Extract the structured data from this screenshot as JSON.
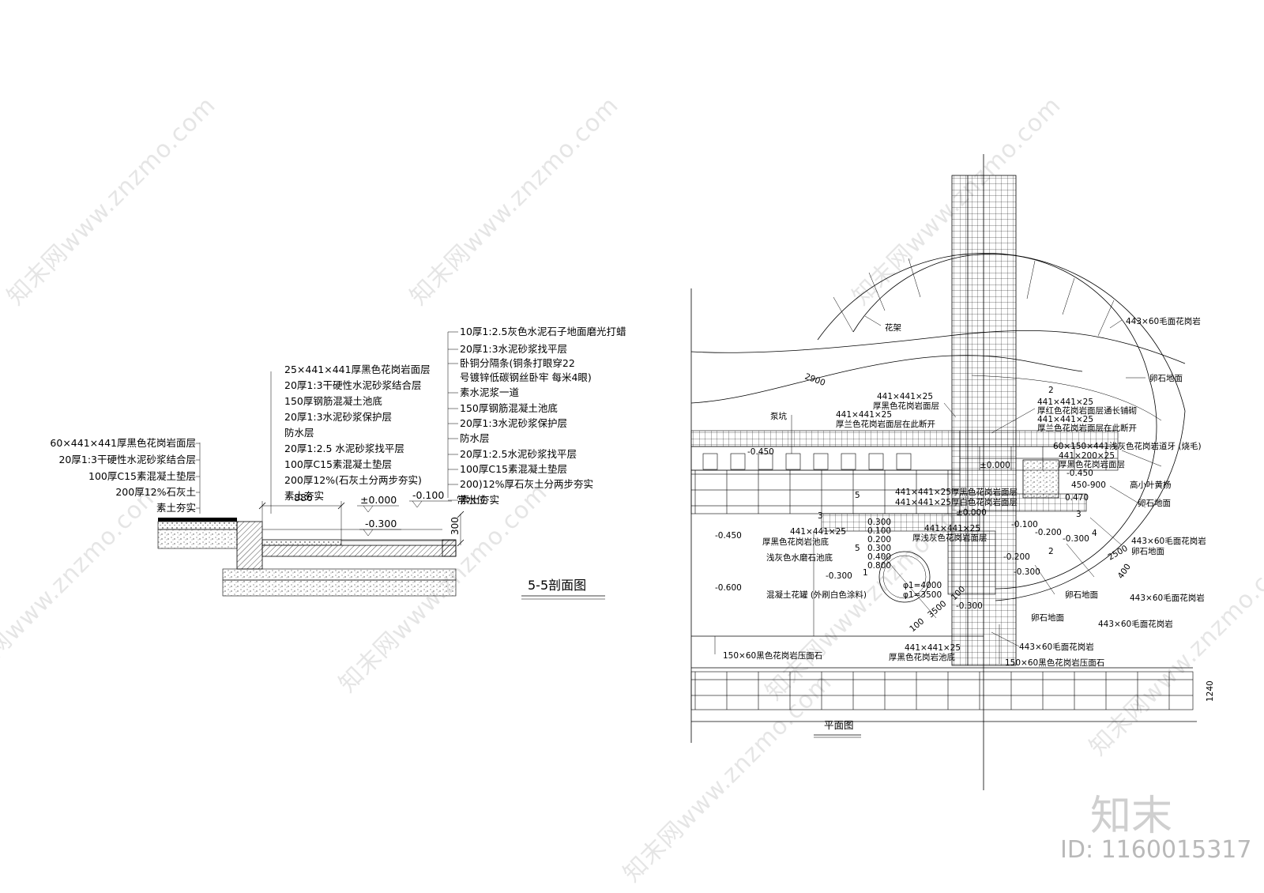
{
  "section_left_labels": [
    "60×441×441厚黑色花岗岩面层",
    "20厚1:3干硬性水泥砂浆结合层",
    "100厚C15素混凝土垫层",
    "200厚12%石灰土",
    "素土夯实"
  ],
  "section_mid_labels": [
    "25×441×441厚黑色花岗岩面层",
    "20厚1:3干硬性水泥砂浆结合层",
    "150厚钢筋混凝土池底",
    "20厚1:3水泥砂浆保护层",
    "防水层",
    "20厚1:2.5 水泥砂浆找平层",
    "100厚C15素混凝土垫层",
    "200厚12%(石灰土分两步夯实)",
    "素土夯实"
  ],
  "section_right_labels": [
    "10厚1:2.5灰色水泥石子地面磨光打蜡",
    "20厚1:3水泥砂浆找平层",
    "卧铜分隔条(铜条打眼穿22",
    "号镀锌低碳钢丝卧牢 每米4眼)",
    "素水泥浆一道",
    "150厚钢筋混凝土池底",
    "20厚1:3水泥砂浆保护层",
    "防水层",
    "20厚1:2.5水泥砂浆找平层",
    "100厚C15素混凝土垫层",
    "200)12%厚石灰土分两步夯实",
    "素土夯实"
  ],
  "section_dims": {
    "width": "886",
    "el_0": "±0.000",
    "el_m100": "-0.100",
    "el_m300": "-0.300",
    "water": "常水位",
    "depth": "300"
  },
  "section_title": "5-5剖面图",
  "plan_title": "平面图",
  "plan_labels": {
    "huajia": "花架",
    "dim_2900": "2900",
    "bengkeng": "泵坑",
    "r_443_1": "443×60毛面花岗岩",
    "luanshi_1": "卵石地面",
    "black_face_a": "441×441×25",
    "black_face_b": "厚黑色花岗岩面层",
    "blue_break_a": "441×441×25",
    "blue_break_b": "厚兰色花岗岩面层在此断开",
    "red_a": "441×441×25",
    "red_b": "厚红色花岗岩面层通长铺砌",
    "blue2_a": "441×441×25",
    "blue2_b": "厚兰色花岗岩面层在此断开",
    "curb": "60×150×441浅灰色花岗岩道牙 (烧毛)",
    "black_200_a": "441×200×25",
    "black_200_b": "厚黑色花岗岩面层",
    "el_m450_r": "-0.450",
    "dim_450_900": "450-900",
    "tree": "高小叶黄杨",
    "el_470": "0.470",
    "luanshi_2": "卵石地面",
    "r_443_2": "443×60毛面花岗岩",
    "luanshi_3": "卵石地面",
    "dim_2500": "2500",
    "dim_400": "400",
    "luanshi_4": "卵石地面",
    "r_443_3": "443×60毛面花岗岩",
    "luanshi_5": "卵石地面",
    "r_443_4": "443×60毛面花岗岩",
    "r_443_5": "443×60毛面花岗岩",
    "press_r": "150×60黑色花岗岩压面石",
    "mid_black": "441×441×25厚黑色花岗岩面层",
    "mid_white": "441×441×25厚白色花岗岩面层",
    "el_0_mid": "±0.000",
    "gray_a": "441×441×25",
    "gray_b": "厚浅灰色花岗岩面层",
    "el_0_top": "±0.000",
    "el_m450_a": "-0.450",
    "el_m450_b": "-0.450",
    "pool_a": "441×441×25",
    "pool_b": "厚黑色花岗岩池底",
    "terrazzo": "浅灰色水磨石池底",
    "el_m600": "-0.600",
    "el_m300_a": "-0.300",
    "pot": "混凝土花罐 (外刷白色涂料)",
    "phi4000": "φ1=4000",
    "phi3500": "φ1=3500",
    "dim_3500": "3500",
    "dim_100a": "100",
    "dim_100b": "100",
    "dim_300": "-0.300",
    "el_m100": "-0.100",
    "el_m200a": "-0.200",
    "el_m200b": "-0.200",
    "el_m300_b": "-0.300",
    "el_m300_c": "-0.300",
    "press_l": "150×60黑色花岗岩压面石",
    "pool2_a": "441×441×25",
    "pool2_b": "厚黑色花岗岩池底",
    "dim_1240": "1240",
    "levels": [
      "0.300",
      "0.100",
      "0.200",
      "0.300",
      "0.400",
      "0.800"
    ],
    "n1": "1",
    "n2": "2",
    "n3": "3",
    "n4": "4",
    "n5": "5"
  },
  "watermark_text": "知末网www.znzmo.com",
  "brand": "知末",
  "id_label": "ID: 1160015317"
}
